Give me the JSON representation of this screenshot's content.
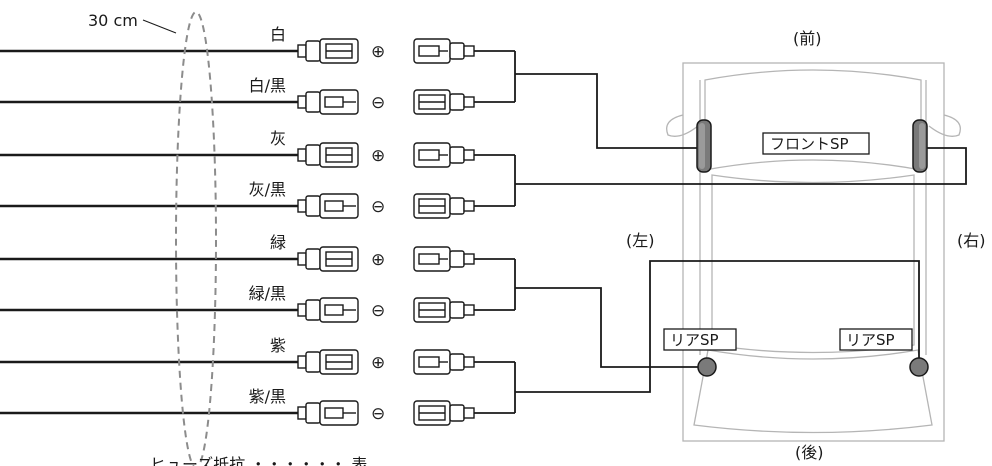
{
  "length_label": "30 cm",
  "bottom_caption": "ヒューズ抵抗 ・・・・・・ 表",
  "directions": {
    "front": "(前)",
    "rear": "(後)",
    "left": "(左)",
    "right": "(右)"
  },
  "speaker_labels": {
    "front": "フロントSP",
    "rear_left": "リアSP",
    "rear_right": "リアSP"
  },
  "polarity_symbols": {
    "plus": "⊕",
    "minus": "⊖"
  },
  "wires": [
    {
      "label": "白",
      "polarity": "plus",
      "connector": "female"
    },
    {
      "label": "白/黒",
      "polarity": "minus",
      "connector": "male"
    },
    {
      "label": "灰",
      "polarity": "plus",
      "connector": "female"
    },
    {
      "label": "灰/黒",
      "polarity": "minus",
      "connector": "male"
    },
    {
      "label": "緑",
      "polarity": "plus",
      "connector": "female"
    },
    {
      "label": "緑/黒",
      "polarity": "minus",
      "connector": "male"
    },
    {
      "label": "紫",
      "polarity": "plus",
      "connector": "female"
    },
    {
      "label": "紫/黒",
      "polarity": "minus",
      "connector": "male"
    }
  ],
  "colors": {
    "line": "#1a1a1a",
    "car_outline": "#b5b5b5",
    "speaker_fill": "#7a7a7a",
    "dashed": "#8c8c8c"
  }
}
